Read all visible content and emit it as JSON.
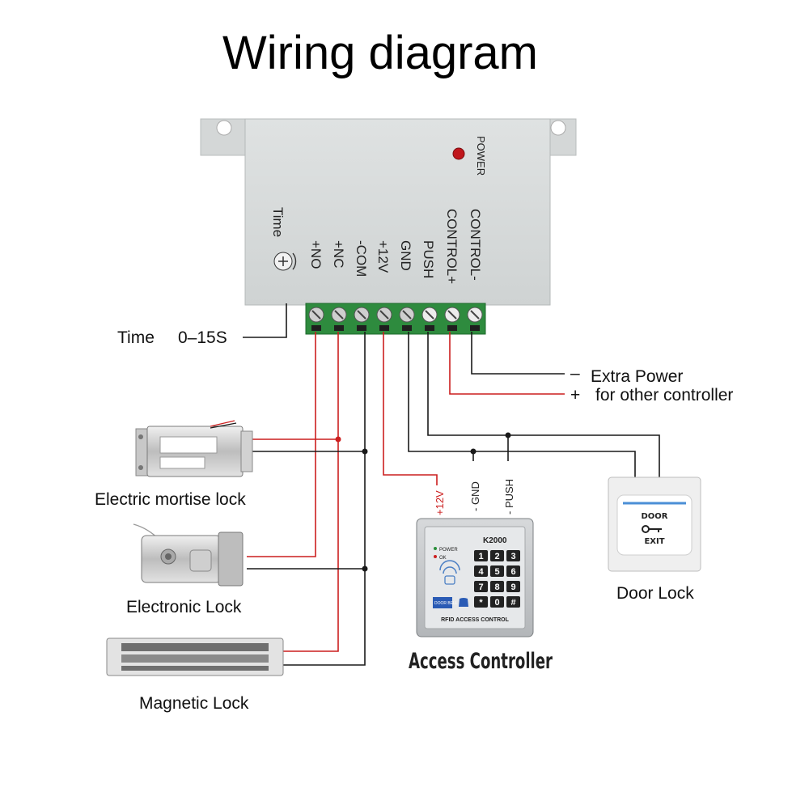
{
  "title": "Wiring diagram",
  "power_supply": {
    "power_label": "POWER",
    "time_label": "Time",
    "terminals": [
      "+NO",
      "+NC",
      "-COM",
      "+12V",
      "GND",
      "PUSH",
      "CONTROL+",
      "CONTROL-"
    ]
  },
  "labels": {
    "time": "Time",
    "time_range": "0–15S",
    "extra_power_minus": "–",
    "extra_power_plus": "+",
    "extra_power": "Extra Power",
    "for_other_controller": "for other controller",
    "electric_mortise_lock": "Electric mortise lock",
    "electronic_lock": "Electronic Lock",
    "magnetic_lock": "Magnetic Lock",
    "access_controller": "Access Controller",
    "door_lock": "Door Lock",
    "wire_12v": "+12V",
    "wire_gnd": "- GND",
    "wire_push": "- PUSH"
  },
  "access_controller": {
    "model": "K2000",
    "power_led": "POWER",
    "ok_led": "OK",
    "keys": [
      "1",
      "2",
      "3",
      "4",
      "5",
      "6",
      "7",
      "8",
      "9",
      "*",
      "0",
      "#"
    ],
    "door_bell": "DOOR BELL",
    "bottom_text": "RFID ACCESS CONTROL"
  },
  "exit_button": {
    "line1": "DOOR",
    "line2": "EXIT"
  },
  "colors": {
    "wire_red": "#cc1f1f",
    "wire_black": "#1a1a1a",
    "terminal_green": "#2e8b3e",
    "box_grey": "#d9dcdc"
  }
}
